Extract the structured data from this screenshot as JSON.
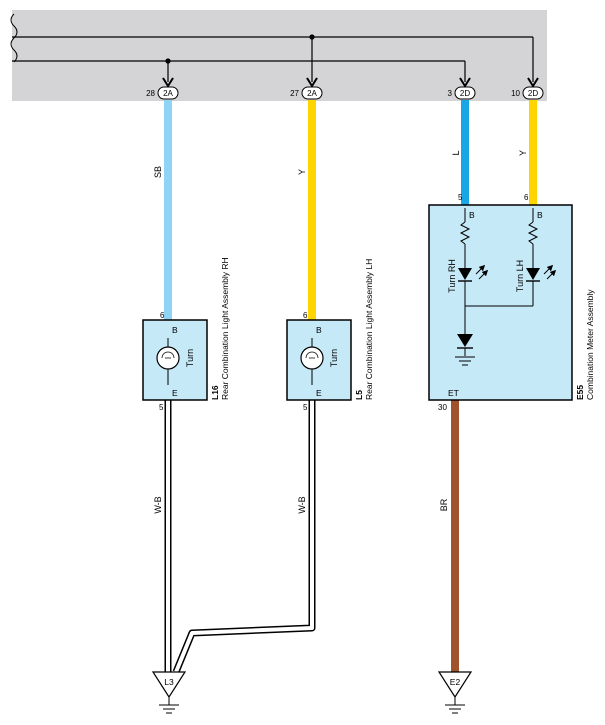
{
  "colors": {
    "harness_bg": "#d4d4d6",
    "component_fill": "#c6e9f8",
    "wire_SB": "#8fd3f5",
    "wire_Y": "#ffd500",
    "wire_L": "#1aa6e6",
    "wire_BR": "#a0522d",
    "wire_WB": "#ffffff"
  },
  "connectors": [
    {
      "id": "2A",
      "pin": "28"
    },
    {
      "id": "2A",
      "pin": "27"
    },
    {
      "id": "2D",
      "pin": "3"
    },
    {
      "id": "2D",
      "pin": "10"
    }
  ],
  "wires": [
    {
      "color": "SB"
    },
    {
      "color": "Y"
    },
    {
      "color": "L"
    },
    {
      "color": "Y"
    },
    {
      "color": "W-B"
    },
    {
      "color": "W-B"
    },
    {
      "color": "BR"
    }
  ],
  "components": {
    "l16": {
      "id": "L16",
      "name": "Rear Combination Light Assembly RH",
      "pin_top": "6",
      "pin_bottom": "5",
      "term_top": "B",
      "term_bottom": "E",
      "bulb_label": "Turn"
    },
    "l5": {
      "id": "L5",
      "name": "Rear Combination Light Assembly LH",
      "pin_top": "6",
      "pin_bottom": "5",
      "term_top": "B",
      "term_bottom": "E",
      "bulb_label": "Turn"
    },
    "e55": {
      "id": "E55",
      "name": "Combination Meter Assembly",
      "pin_top_left": "5",
      "pin_top_right": "6",
      "term_top_left": "B",
      "term_top_right": "B",
      "led_left_label": "Turn RH",
      "led_right_label": "Turn LH",
      "term_bottom": "ET",
      "pin_bottom": "30"
    }
  },
  "grounds": [
    {
      "id": "L3"
    },
    {
      "id": "E2"
    }
  ]
}
